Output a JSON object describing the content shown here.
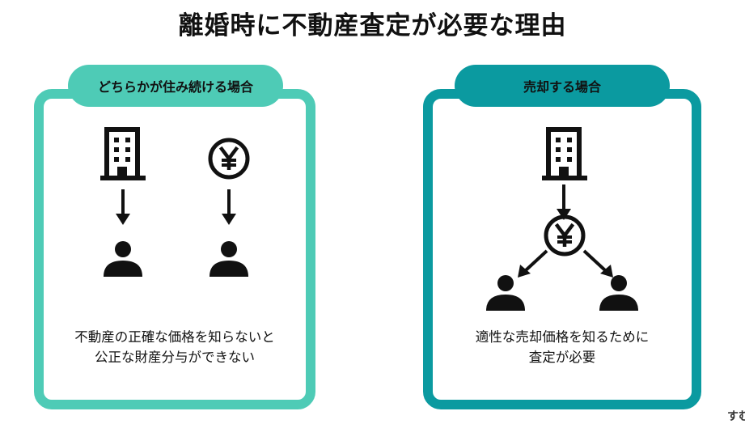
{
  "title": "離婚時に不動産査定が必要な理由",
  "colors": {
    "left": "#4ecbb6",
    "right": "#0b9aa0",
    "icon": "#111111"
  },
  "left_panel": {
    "heading": "どちらかが住み続ける場合",
    "line1": "不動産の正確な価格を知らないと",
    "line2": "公正な財産分与ができない",
    "icons": [
      "building-icon",
      "yen-coin-icon",
      "arrow-down-icon",
      "person-icon"
    ]
  },
  "right_panel": {
    "heading": "売却する場合",
    "line1": "適性な売却価格を知るために",
    "line2": "査定が必要",
    "icons": [
      "building-icon",
      "yen-coin-icon",
      "arrow-down-left-icon",
      "arrow-down-right-icon",
      "person-icon"
    ]
  },
  "corner_logo": "すむ"
}
